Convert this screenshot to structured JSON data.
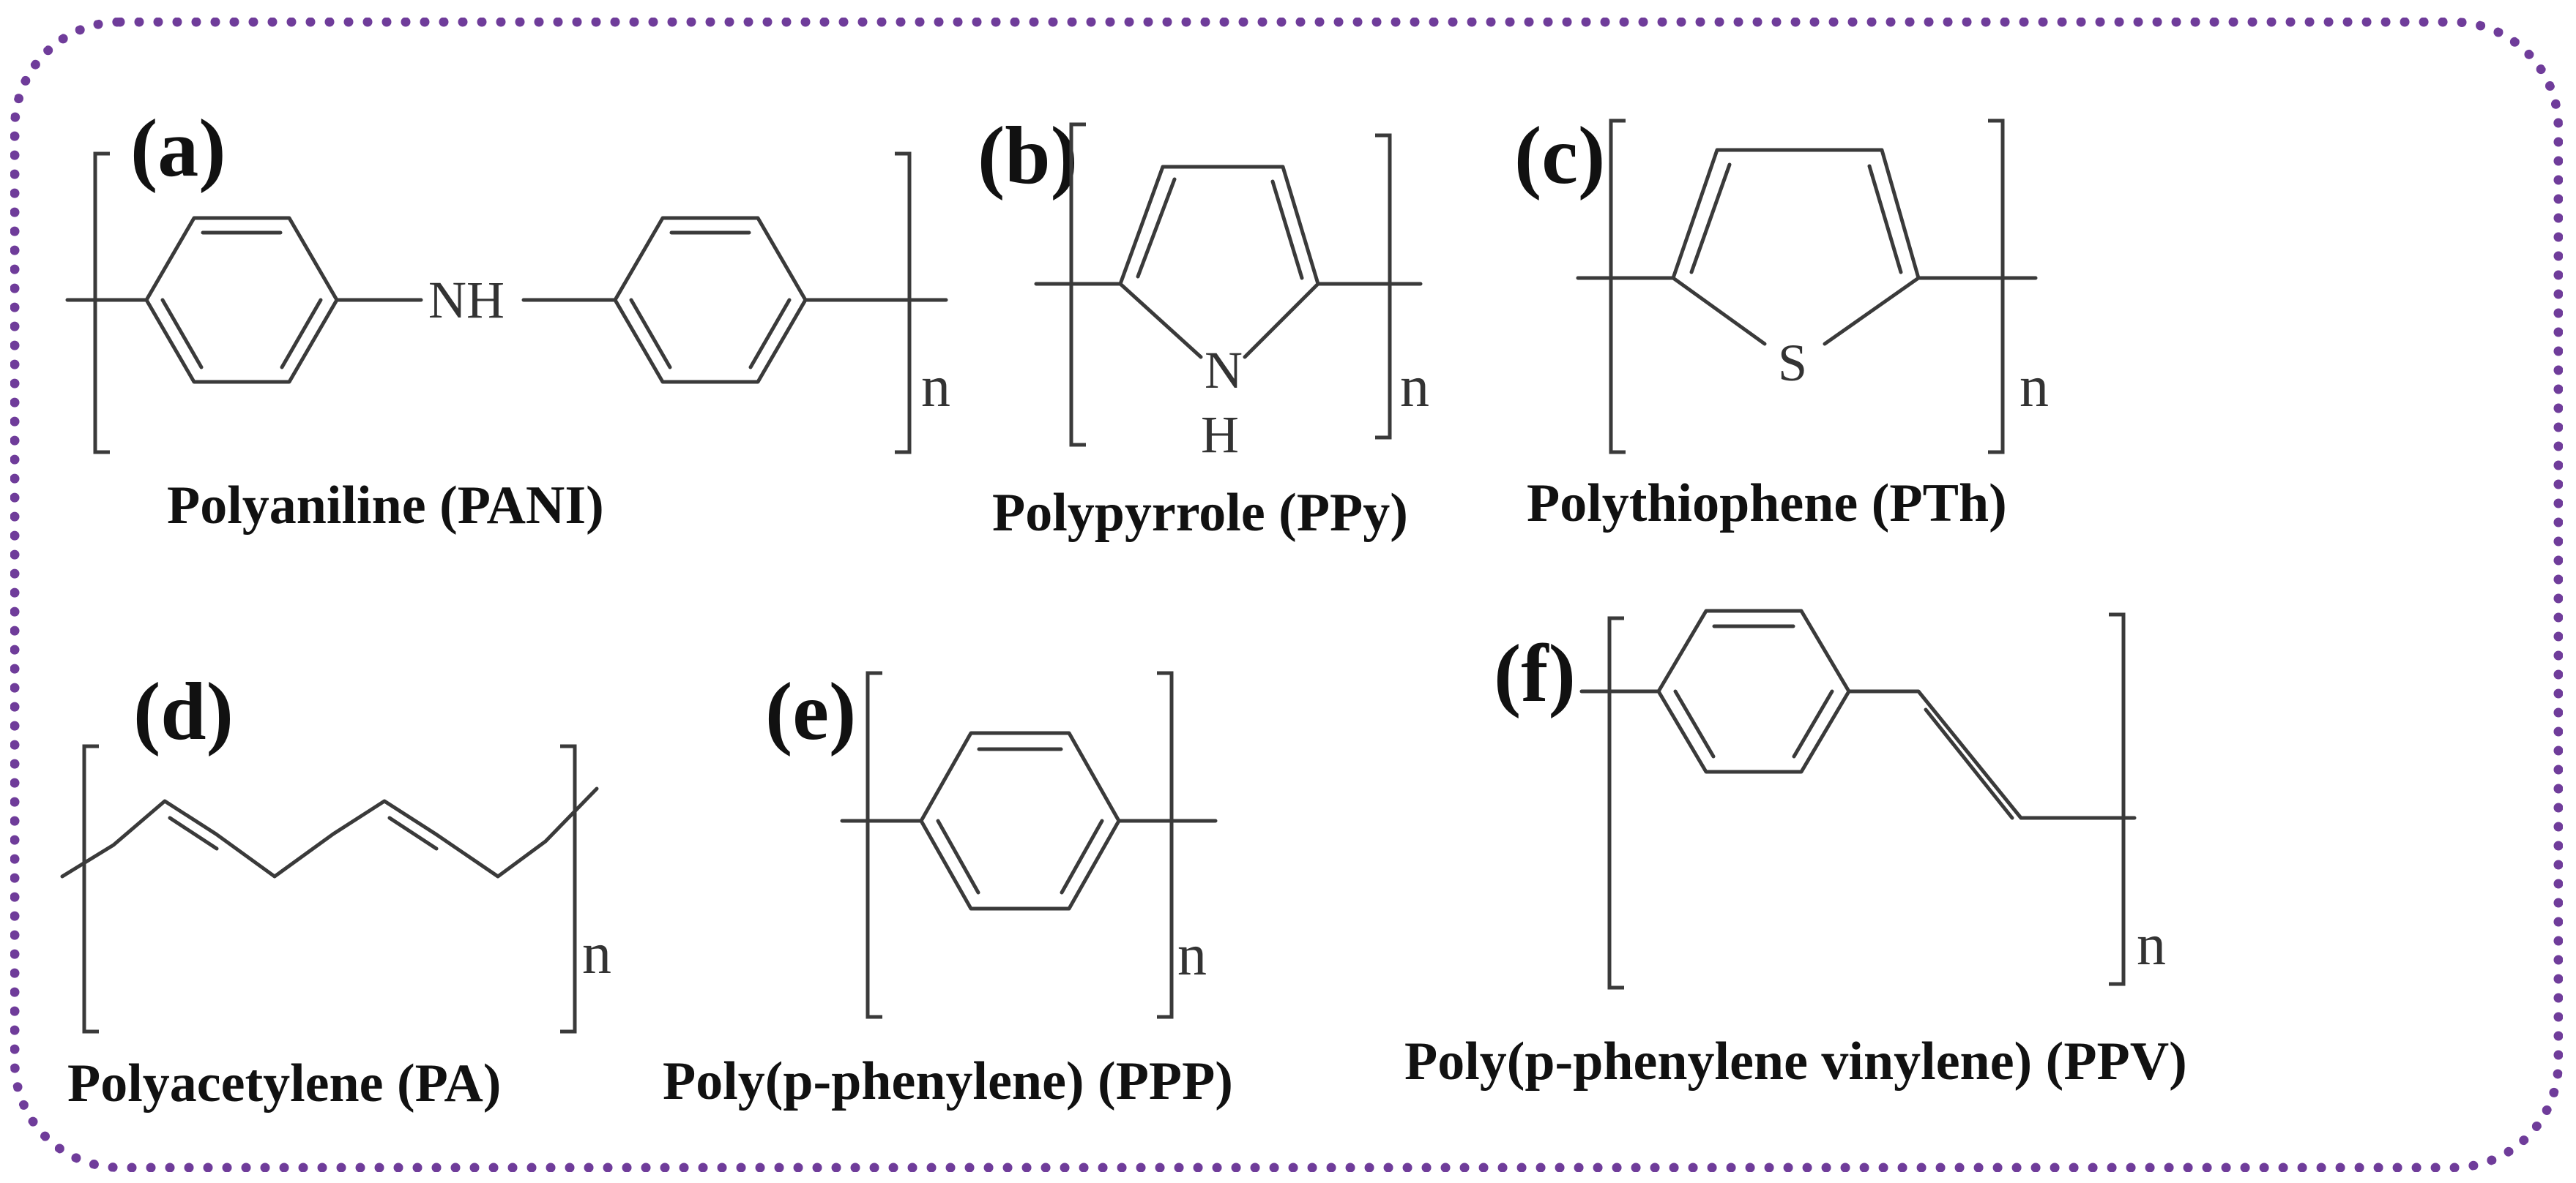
{
  "frame": {
    "border_color": "#6f3c9a",
    "border_style": "dotted"
  },
  "structures": {
    "a": {
      "label": "(a)",
      "name": "Polyaniline (PANI)",
      "atom": "NH",
      "subscript": "n"
    },
    "b": {
      "label": "(b)",
      "name": "Polypyrrole (PPy)",
      "atom_n": "N",
      "atom_h": "H",
      "subscript": "n"
    },
    "c": {
      "label": "(c)",
      "name": "Polythiophene (PTh)",
      "atom": "S",
      "subscript": "n"
    },
    "d": {
      "label": "(d)",
      "name": "Polyacetylene (PA)",
      "subscript": "n"
    },
    "e": {
      "label": "(e)",
      "name": "Poly(p-phenylene) (PPP)",
      "subscript": "n"
    },
    "f": {
      "label": "(f)",
      "name": "Poly(p-phenylene vinylene) (PPV)",
      "subscript": "n"
    }
  }
}
